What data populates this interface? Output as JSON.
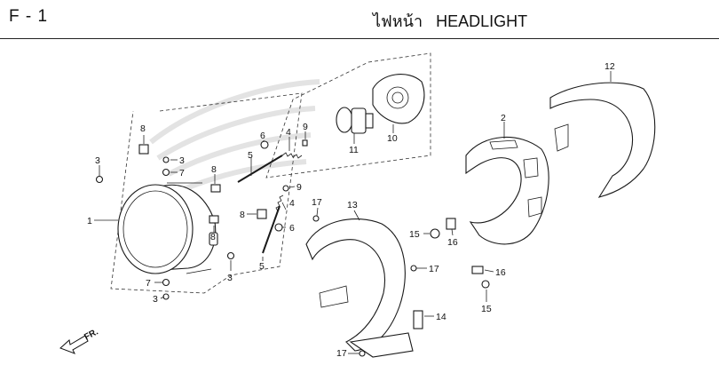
{
  "header": {
    "section_code": "F - 1",
    "title_thai": "ไฟหน้า",
    "title_en": "HEADLIGHT"
  },
  "diagram": {
    "callouts": [
      {
        "id": "c1",
        "number": "1"
      },
      {
        "id": "c2",
        "number": "2"
      },
      {
        "id": "c3a",
        "number": "3"
      },
      {
        "id": "c3b",
        "number": "3"
      },
      {
        "id": "c3c",
        "number": "3"
      },
      {
        "id": "c3d",
        "number": "3"
      },
      {
        "id": "c4a",
        "number": "4"
      },
      {
        "id": "c4b",
        "number": "4"
      },
      {
        "id": "c5a",
        "number": "5"
      },
      {
        "id": "c5b",
        "number": "5"
      },
      {
        "id": "c6a",
        "number": "6"
      },
      {
        "id": "c6b",
        "number": "6"
      },
      {
        "id": "c7a",
        "number": "7"
      },
      {
        "id": "c7b",
        "number": "7"
      },
      {
        "id": "c8a",
        "number": "8"
      },
      {
        "id": "c8b",
        "number": "8"
      },
      {
        "id": "c8c",
        "number": "8"
      },
      {
        "id": "c8d",
        "number": "8"
      },
      {
        "id": "c9a",
        "number": "9"
      },
      {
        "id": "c9b",
        "number": "9"
      },
      {
        "id": "c10",
        "number": "10"
      },
      {
        "id": "c11",
        "number": "11"
      },
      {
        "id": "c12",
        "number": "12"
      },
      {
        "id": "c13",
        "number": "13"
      },
      {
        "id": "c14",
        "number": "14"
      },
      {
        "id": "c15a",
        "number": "15"
      },
      {
        "id": "c15b",
        "number": "15"
      },
      {
        "id": "c16a",
        "number": "16"
      },
      {
        "id": "c16b",
        "number": "16"
      },
      {
        "id": "c17a",
        "number": "17"
      },
      {
        "id": "c17b",
        "number": "17"
      },
      {
        "id": "c17c",
        "number": "17"
      }
    ],
    "direction_label": "FR."
  }
}
